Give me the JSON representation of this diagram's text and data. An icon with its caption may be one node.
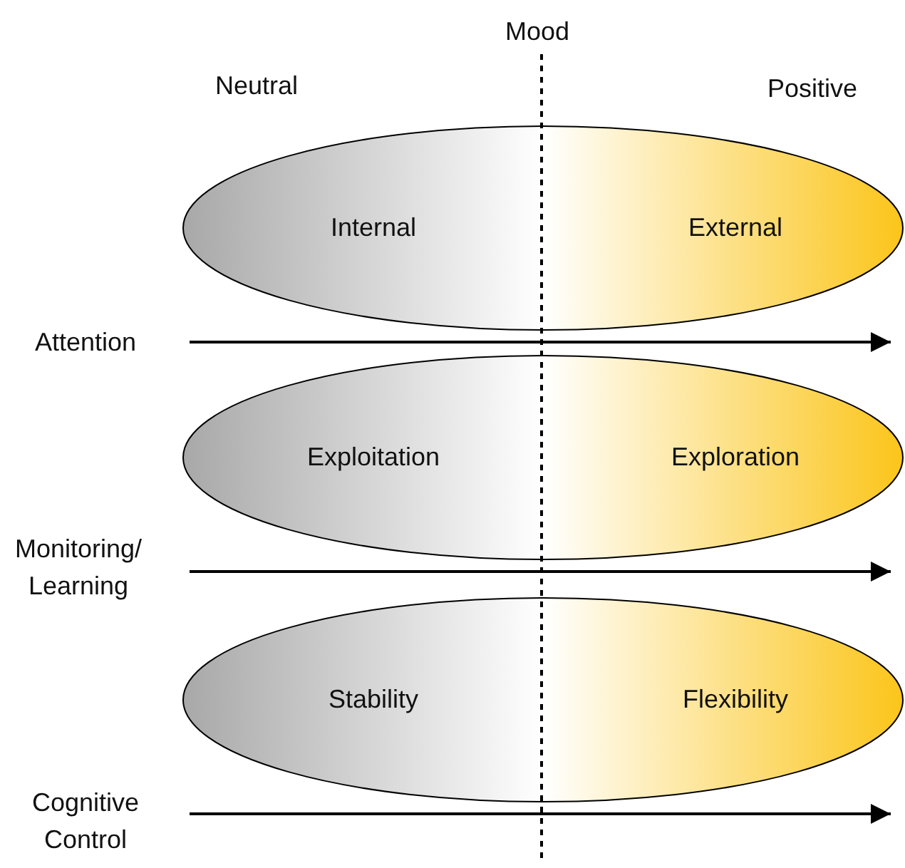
{
  "diagram": {
    "nodes": [
      {
        "text": [
          "Internal",
          "External"
        ]
      },
      {
        "text": [
          "Exploitation",
          "Exploration"
        ]
      },
      {
        "text": [
          "Stability",
          "Flexibility"
        ]
      }
    ],
    "labels": [
      "Mood",
      "Neutral",
      "Positive",
      "Attention",
      "Monitoring/ Learning",
      "Cognitive Control"
    ]
  }
}
